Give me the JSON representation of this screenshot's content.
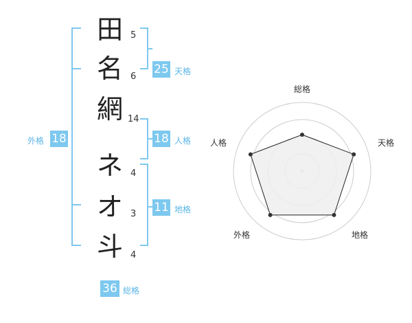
{
  "name": {
    "characters": [
      {
        "char": "田",
        "strokes": "5"
      },
      {
        "char": "名",
        "strokes": "6"
      },
      {
        "char": "網",
        "strokes": "14"
      },
      {
        "char": "ネ",
        "strokes": "4"
      },
      {
        "char": "オ",
        "strokes": "3"
      },
      {
        "char": "斗",
        "strokes": "4"
      }
    ]
  },
  "fortunes": {
    "tenkaku": {
      "value": "25",
      "label": "天格"
    },
    "jinkaku": {
      "value": "18",
      "label": "人格"
    },
    "chikaku": {
      "value": "11",
      "label": "地格"
    },
    "gaikaku": {
      "value": "18",
      "label": "外格"
    },
    "soukaku": {
      "value": "36",
      "label": "総格"
    }
  },
  "radar": {
    "axes": [
      "総格",
      "天格",
      "地格",
      "外格",
      "人格"
    ],
    "values": [
      0.53,
      0.79,
      0.79,
      0.79,
      0.79
    ],
    "rings": 4,
    "colors": {
      "fill": "#eeeeee",
      "line": "#222222",
      "grid": "#cccccc",
      "point": "#333333"
    }
  }
}
